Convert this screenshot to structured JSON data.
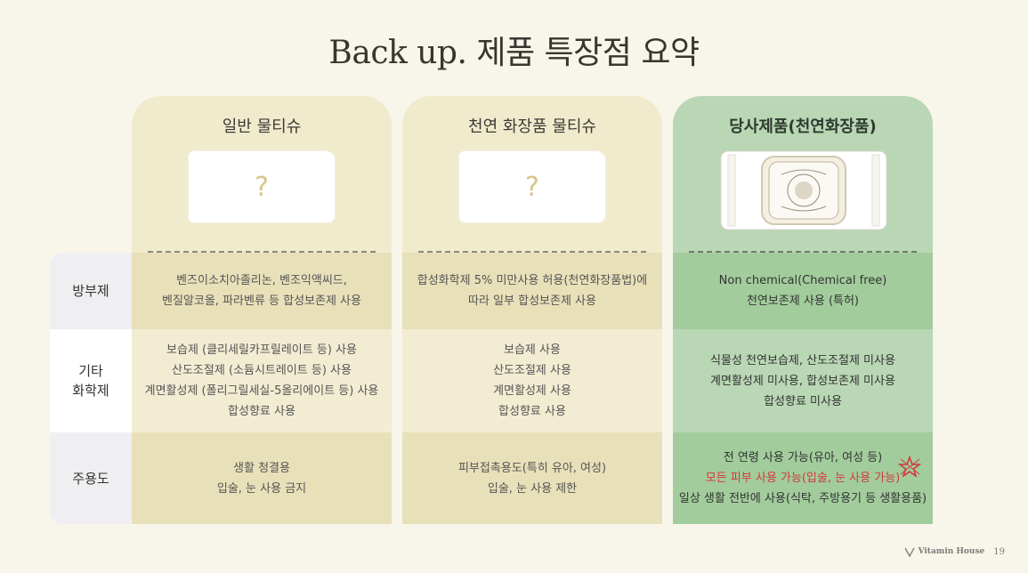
{
  "title": "Back up. 제품 특장점 요약",
  "row_labels": [
    "방부제",
    "기타\n화학제",
    "주용도"
  ],
  "columns": [
    {
      "heading": "일반 물티슈",
      "image_placeholder": "?",
      "preservative": [
        "벤즈이소치아졸리논, 벤조익액씨드,",
        "벤질알코올, 파라벤류 등 합성보존제 사용"
      ],
      "other_chemicals": [
        "보습제 (클리세릴카프릴레이트 등) 사용",
        "산도조절제 (소듐시트레이트 등) 사용",
        "계면활성제 (폴리그릴세실-5올리에이트 등) 사용",
        "합성향료 사용"
      ],
      "usage": [
        "생활 청결용",
        "입술, 눈 사용 금지"
      ]
    },
    {
      "heading": "천연 화장품 물티슈",
      "image_placeholder": "?",
      "preservative": [
        "합성화학제 5% 미만사용 허용(천연화장품법)에",
        "따라 일부 합성보존제 사용"
      ],
      "other_chemicals": [
        "보습제 사용",
        "산도조절제 사용",
        "계면활성제 사용",
        "합성향료 사용"
      ],
      "usage": [
        "피부접촉용도(특히 유아, 여성)",
        "입술, 눈 사용 제한"
      ]
    },
    {
      "heading": "당사제품(천연화장품)",
      "preservative": [
        "Non chemical(Chemical free)",
        "천연보존제 사용 (특허)"
      ],
      "other_chemicals": [
        "식물성 천연보습제, 산도조절제 미사용",
        "계면활성제 미사용, 합성보존제 미사용",
        "합성향료 미사용"
      ],
      "usage": [
        "전 연령 사용 가능(유아, 여성 등)",
        "모든 피부 사용 가능(입술, 눈 사용 가능)",
        "일상 생활 전반에 사용(식탁, 주방용기 등 생활용품)"
      ]
    }
  ],
  "footer": {
    "brand": "Vitamin House",
    "page": "19"
  },
  "colors": {
    "highlight_red": "#d2393f",
    "green_col": "#b9d7b4",
    "beige_col": "#f1ebcd"
  }
}
